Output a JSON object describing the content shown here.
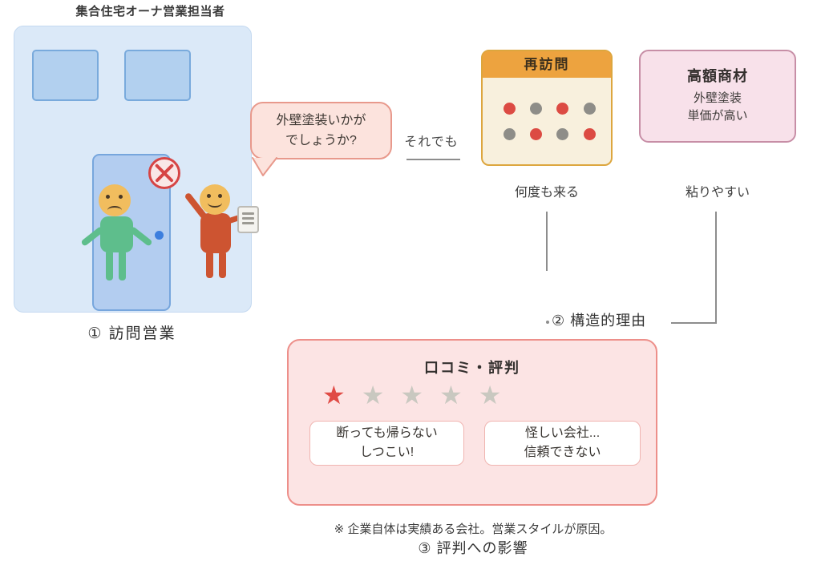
{
  "labels": {
    "top_title": "集合住宅オーナ営業担当者",
    "step1": "① 訪問営業",
    "step2": "② 構造的理由",
    "step3": "③ 評判への影響",
    "note": "※ 企業自体は実績ある会社。営業スタイルが原因。",
    "although": "それでも",
    "visits_often": "何度も来る",
    "sticky": "粘りやすい"
  },
  "speech_bubble": {
    "line1": "外壁塗装いかが",
    "line2": "でしょうか?"
  },
  "calendar": {
    "title": "再訪問",
    "dot_rows": [
      [
        "red",
        "gray",
        "red",
        "gray"
      ],
      [
        "gray",
        "red",
        "gray",
        "red"
      ]
    ]
  },
  "product_box": {
    "title": "高額商材",
    "line1": "外壁塗装",
    "line2": "単価が高い"
  },
  "review_box": {
    "title": "口コミ・評判",
    "stars": {
      "filled": 1,
      "total": 5,
      "glyph": "★"
    },
    "comments": [
      {
        "line1": "断っても帰らない",
        "line2": "しつこい!"
      },
      {
        "line1": "怪しい会社...",
        "line2": "信頼できない"
      }
    ]
  },
  "colors": {
    "text_dark": "#333333",
    "line_gray": "#8d8d8d",
    "building_fill": "#dbe9f8",
    "building_border": "#c4d9f0",
    "window_fill": "#b2d0ef",
    "window_border": "#79aadc",
    "door_fill": "#b3cdf0",
    "door_border": "#77a6dd",
    "knob_blue": "#3c7ede",
    "skin": "#f1bd5e",
    "face_dark": "#4a3926",
    "owner_green": "#5ebe8c",
    "sales_red": "#cd5431",
    "prohibit_red": "#d64545",
    "prohibit_fill": "#f9e7e7",
    "clipboard_fill": "#f4f3ef",
    "clipboard_border": "#bdbbb5",
    "clipboard_line": "#9c9a93",
    "bubble_fill": "#fce3dd",
    "bubble_border": "#e8998c",
    "calendar_header": "#eda33f",
    "calendar_fill": "#f8f0dd",
    "calendar_border": "#dda63e",
    "dot_red": "#dc4b43",
    "dot_gray": "#8e8d88",
    "product_fill": "#f8e1ea",
    "product_border": "#c78ea6",
    "review_fill": "#fce4e4",
    "review_border": "#ed8f8a",
    "comment_bg": "#ffffff",
    "comment_border": "#f0b5b1",
    "star_red": "#e04b45",
    "star_gray": "#c9c8c0"
  }
}
